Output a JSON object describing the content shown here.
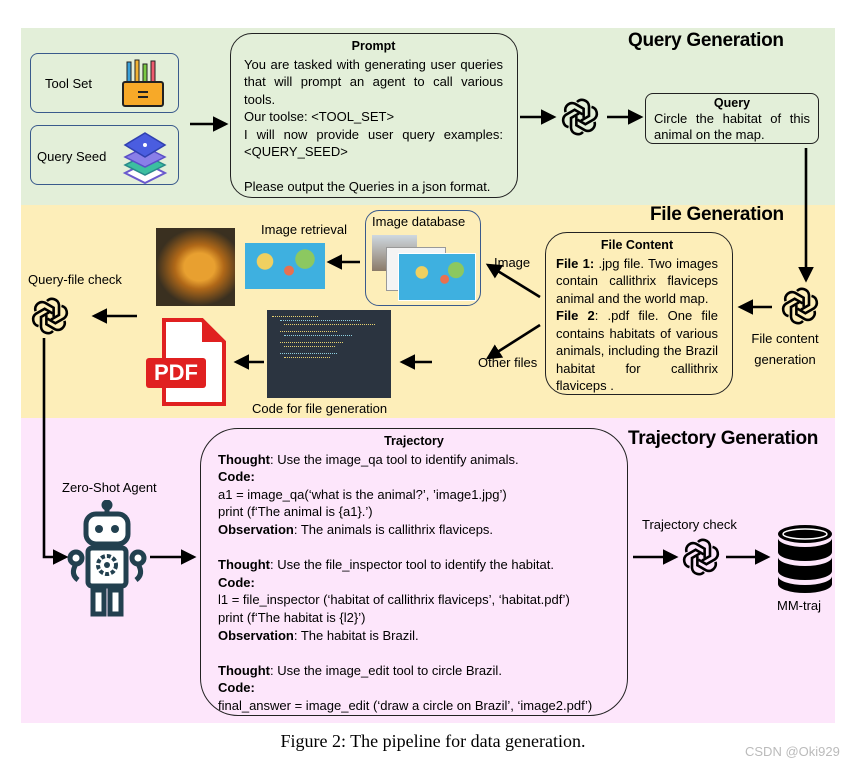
{
  "sections": {
    "query": {
      "title": "Query Generation",
      "color": "#e3efd9"
    },
    "file": {
      "title": "File Generation",
      "color": "#fdeeb9"
    },
    "trajectory": {
      "title": "Trajectory Generation",
      "color": "#fde6fb"
    }
  },
  "query_generation": {
    "tool_set": "Tool Set",
    "query_seed": "Query Seed",
    "prompt": {
      "title": "Prompt",
      "lines": [
        "You are tasked with generating user queries that will prompt an agent to call various tools.",
        "Our toolse: <TOOL_SET>",
        "I will now provide user query examples: <QUERY_SEED>",
        "",
        "Please output the Queries in a json format."
      ]
    },
    "query": {
      "title": "Query",
      "text": "Circle the habitat of this animal on the map."
    }
  },
  "file_generation": {
    "file_content": {
      "title": "File Content",
      "file1_label": "File 1:",
      "file1_text": " .jpg file. Two images contain callithrix flaviceps animal and the world map.",
      "file2_label": "File 2",
      "file2_text": ": .pdf file. One file contains habitats of various animals, including the Brazil habitat for callithrix flaviceps ."
    },
    "file_content_generation": "File content generation",
    "image_label": "Image",
    "other_files_label": "Other files",
    "image_database": "Image database",
    "image_retrieval": "Image retrieval",
    "code_for_file_generation": "Code for file generation",
    "query_file_check": "Query-file check",
    "pdf_icon_text": "PDF"
  },
  "trajectory_generation": {
    "agent_label": "Zero-Shot Agent",
    "trajectory": {
      "title": "Trajectory",
      "steps": [
        {
          "thought": "Use the image_qa tool to identify animals.",
          "code": [
            "a1 = image_qa(‘what is the animal?’, ’image1.jpg’)",
            "print (f‘The animal is {a1}.’)"
          ],
          "observation": "The animals is callithrix flaviceps."
        },
        {
          "thought": "Use the file_inspector tool to identify the habitat.",
          "code": [
            "l1 = file_inspector (‘habitat of callithrix flaviceps’, ‘habitat.pdf’)",
            "print (f‘The habitat is {l2}’)"
          ],
          "observation": "The habitat is Brazil."
        },
        {
          "thought": "Use the image_edit tool to circle Brazil.",
          "code": [
            "final_answer = image_edit (‘draw a circle on Brazil’, ‘image2.pdf’)"
          ]
        }
      ],
      "thought_label": "Thought",
      "code_label": "Code:",
      "observation_label": "Observation"
    },
    "trajectory_check": "Trajectory check",
    "mm_traj": "MM-traj"
  },
  "caption": "Figure 2: The pipeline for data generation.",
  "watermark": "CSDN @Oki929"
}
